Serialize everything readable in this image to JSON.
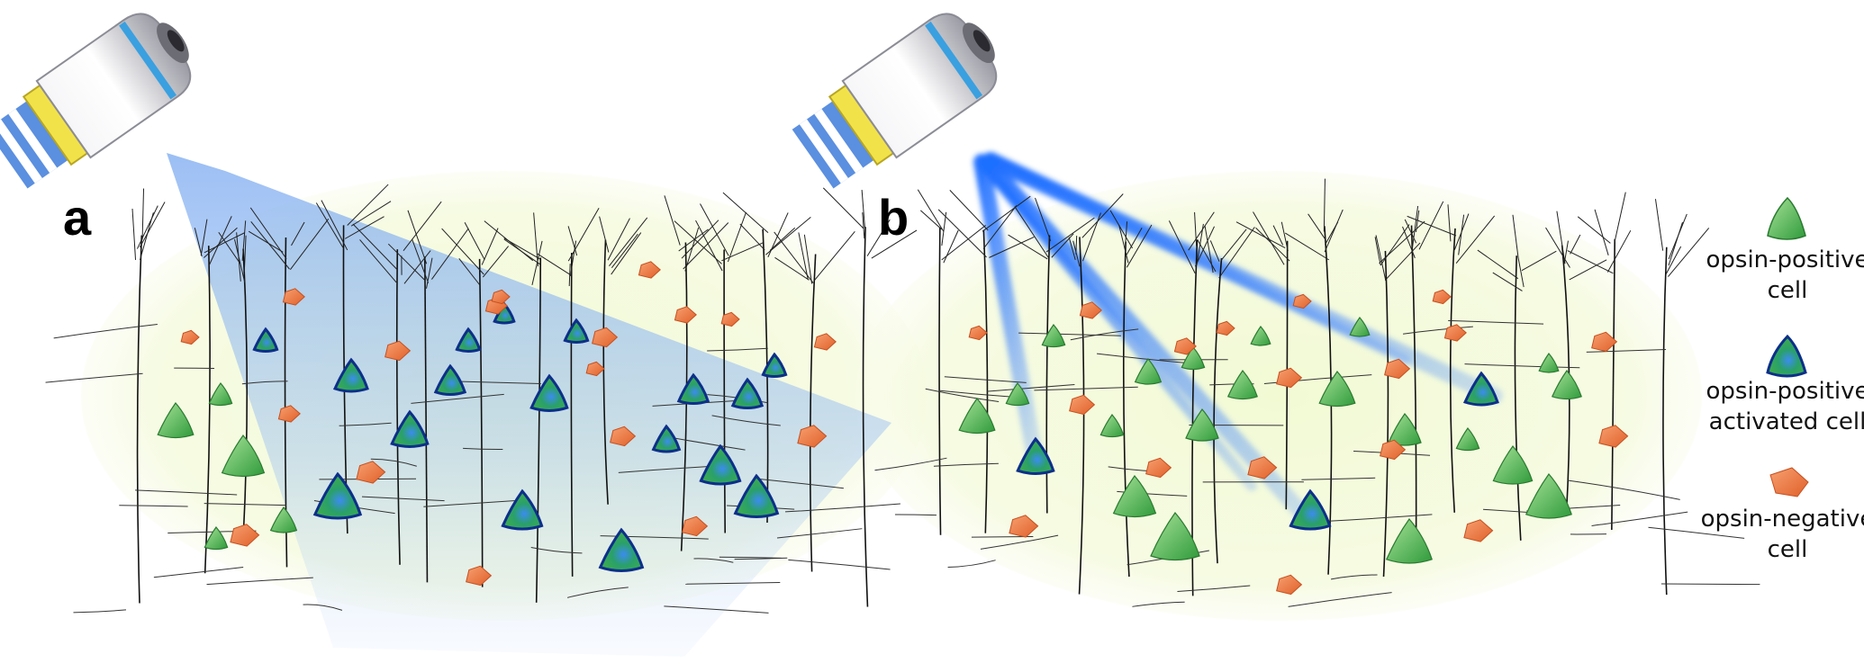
{
  "panels": {
    "a": {
      "label": "a"
    },
    "b": {
      "label": "b"
    }
  },
  "legend": {
    "items": [
      {
        "line1": "opsin-positive",
        "line2": "cell",
        "symbol": "green-triangle"
      },
      {
        "line1": "opsin-positive",
        "line2": "activated cell",
        "symbol": "blue-outlined-triangle"
      },
      {
        "line1": "opsin-negative",
        "line2": "cell",
        "symbol": "orange-pentagon"
      }
    ]
  },
  "colors": {
    "opsin_positive": "#4caf50",
    "activated_fill": "#2e7bd6",
    "activated_outline": "#0d2f8a",
    "opsin_negative": "#f07a3a",
    "light": "#1e6fff",
    "tissue_glow": "#eef8c8"
  }
}
